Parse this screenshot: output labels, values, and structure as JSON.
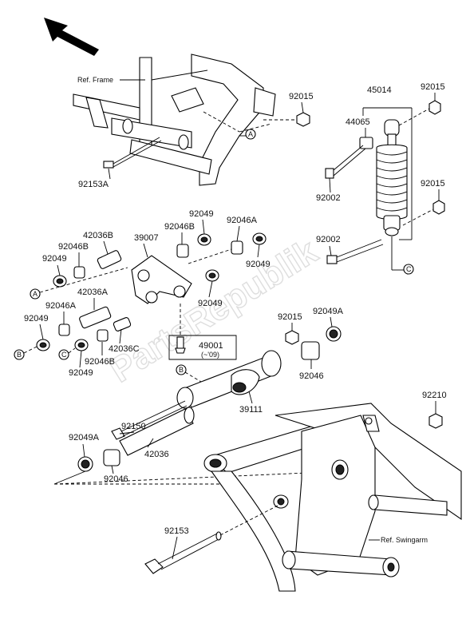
{
  "watermark": "PartsRepublik",
  "labels": {
    "ref_frame": "Ref. Frame",
    "ref_swingarm": "Ref. Swingarm",
    "p92015_a": "92015",
    "p45014": "45014",
    "p92015_b": "92015",
    "p44065": "44065",
    "p92153a": "92153A",
    "p92002_a": "92002",
    "p92015_c": "92015",
    "p92002_b": "92002",
    "p92049_a": "92049",
    "p92046a_a": "92046A",
    "p42036b": "42036B",
    "p39007": "39007",
    "p92046b_a": "92046B",
    "p92046b_b": "92046B",
    "p92049_b": "92049",
    "p92049_c": "92049",
    "p92049_d": "92049",
    "p42036a": "42036A",
    "p92046a_b": "92046A",
    "p92049_e": "92049",
    "p42036c": "42036C",
    "p92046b_c": "92046B",
    "p92049_f": "92049",
    "p49001": "49001",
    "p49001_note": "(~'09)",
    "p92015_d": "92015",
    "p92049a_a": "92049A",
    "p92046_a": "92046",
    "p92150": "92150",
    "p39111": "39111",
    "p92210": "92210",
    "p92049a_b": "92049A",
    "p42036": "42036",
    "p92046_b": "92046",
    "p92153": "92153"
  },
  "callouts": {
    "a1": "A",
    "a2": "A",
    "b1": "B",
    "b2": "B",
    "c1": "C",
    "c2": "C"
  }
}
